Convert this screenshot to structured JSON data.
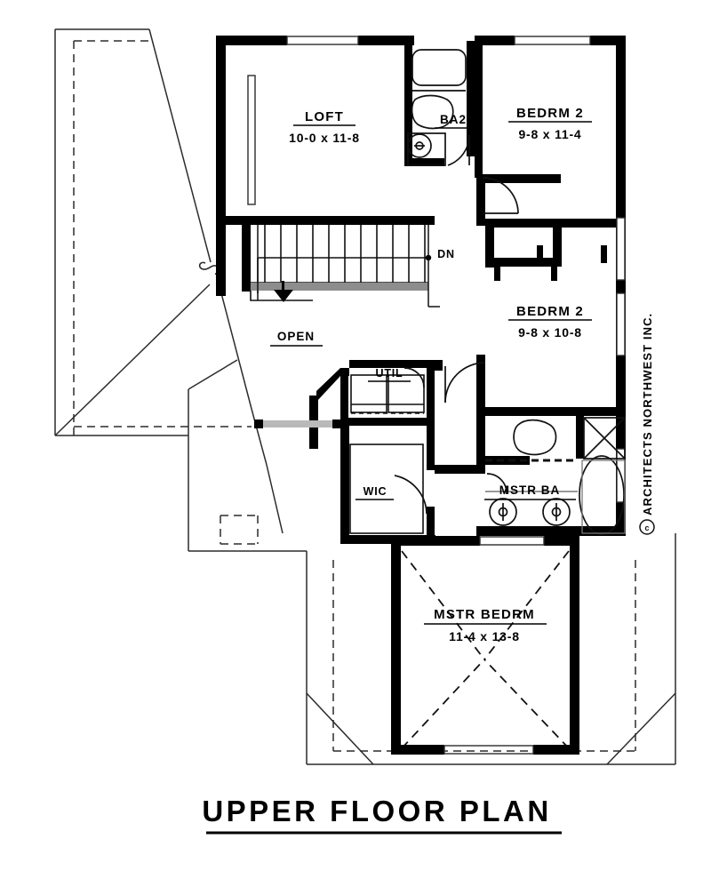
{
  "drawing": {
    "title": "UPPER FLOOR PLAN",
    "copyright": "ARCHITECTS NORTHWEST INC.",
    "copyright_symbol": "©",
    "stair_direction": "DN",
    "open_label": "OPEN"
  },
  "rooms": [
    {
      "name": "LOFT",
      "dimensions": "10-0 x 11-8"
    },
    {
      "name": "BEDRM 2",
      "dimensions": "9-8 x 11-4"
    },
    {
      "name": "BEDRM 2",
      "dimensions": "9-8 x 10-8"
    },
    {
      "name": "MSTR BEDRM",
      "dimensions": "11-4 x 13-8"
    }
  ],
  "spaces": [
    {
      "name": "BA2"
    },
    {
      "name": "UTIL"
    },
    {
      "name": "WIC"
    },
    {
      "name": "MSTR BA"
    }
  ],
  "colors": {
    "wall": "#000000",
    "thin_line": "#3a3a3a",
    "background": "#ffffff"
  }
}
